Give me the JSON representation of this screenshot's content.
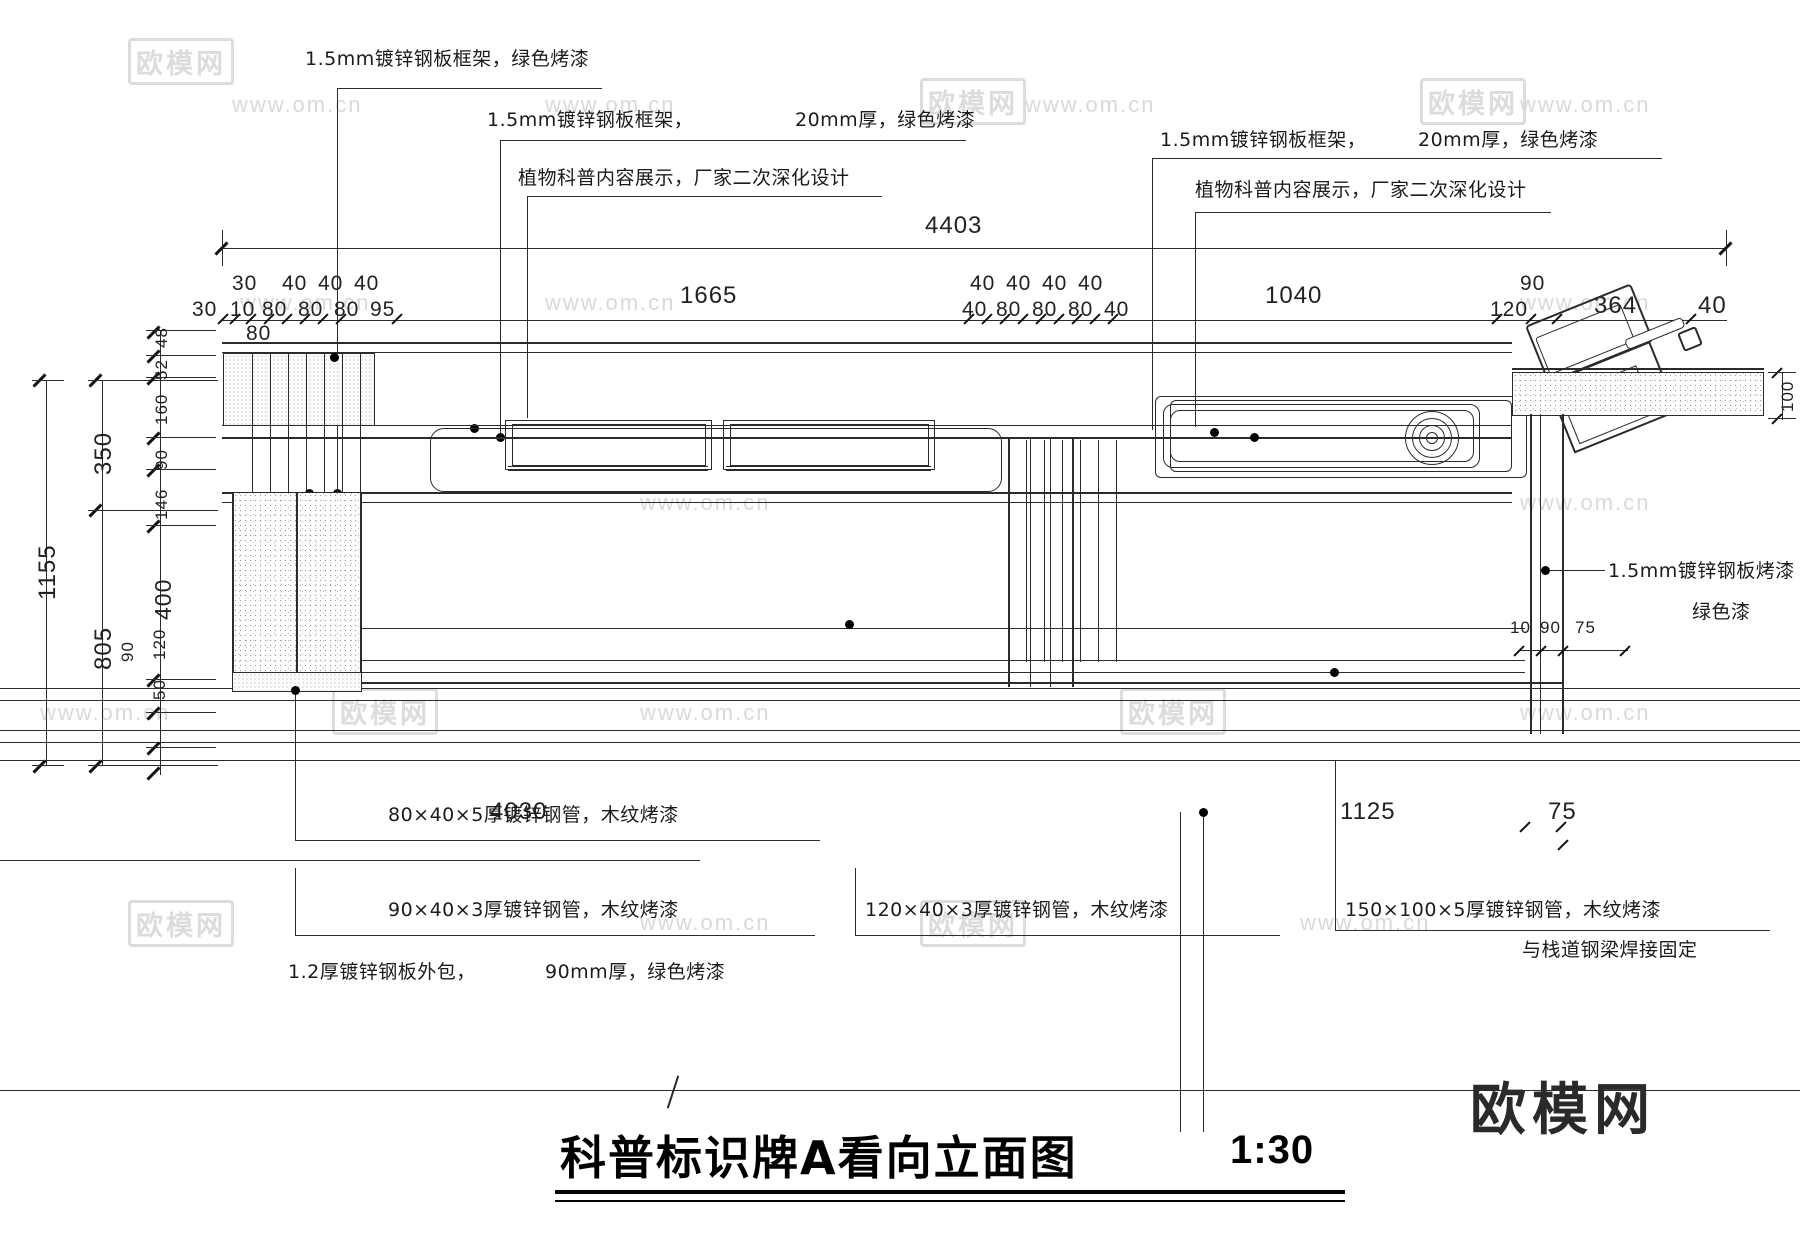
{
  "drawing": {
    "title": "科普标识牌A看向立面图",
    "scale": "1:30",
    "overall_width_dim": "4403"
  },
  "callouts": {
    "top_left": "1.5mm镀锌钢板框架，绿色烤漆",
    "top_mid_frame": "1.5mm镀锌钢板框架，",
    "top_mid_thickness": "20mm厚，绿色烤漆",
    "top_mid_content": "植物科普内容展示，厂家二次深化设计",
    "top_right_frame": "1.5mm镀锌钢板框架，",
    "top_right_thickness": "20mm厚，绿色烤漆",
    "top_right_content": "植物科普内容展示，厂家二次深化设计",
    "right_plate": "1.5mm镀锌钢板烤漆",
    "right_plate_green": "绿色漆",
    "bottom_1": "80×40×5厚镀锌钢管，木纹烤漆",
    "bottom_2": "90×40×3厚镀锌钢管，木纹烤漆",
    "bottom_3": "120×40×3厚镀锌钢管，木纹烤漆",
    "bottom_4": "150×100×5厚镀锌钢管，木纹烤漆",
    "bottom_4b": "与栈道钢梁焊接固定",
    "bottom_5": "1.2厚镀锌钢板外包，",
    "bottom_5b": "90mm厚，绿色烤漆"
  },
  "dims_top": {
    "overall": "4403",
    "left_group": [
      "30",
      "40",
      "40",
      "40"
    ],
    "left_group2": [
      "30",
      "10",
      "80",
      "80",
      "80",
      "95"
    ],
    "span_1665": "1665",
    "mid_group": [
      "40",
      "40",
      "40",
      "40"
    ],
    "mid_group2": [
      "40",
      "80",
      "80",
      "80",
      "40"
    ],
    "span_1040": "1040",
    "right_120": "120",
    "right_90": "90",
    "right_364": "364",
    "right_40": "40"
  },
  "dims_left": {
    "col_a": [
      "350",
      "805"
    ],
    "col_b": [
      "48",
      "52",
      "160",
      "90",
      "146",
      "400",
      "120",
      "50"
    ],
    "col_b_90": "90",
    "total": "1155"
  },
  "dims_misc": {
    "top_80": "80",
    "right_100": "100",
    "right_10": "10",
    "right_90": "90",
    "right_75": "75",
    "bottom_4030": "4030",
    "bottom_1125": "1125",
    "bottom_75": "75"
  },
  "watermarks": {
    "box": "欧模网",
    "url1": "www.om.cn",
    "url2": "www.om.cn",
    "url3": "www.om.cn",
    "brand": "欧模网"
  }
}
